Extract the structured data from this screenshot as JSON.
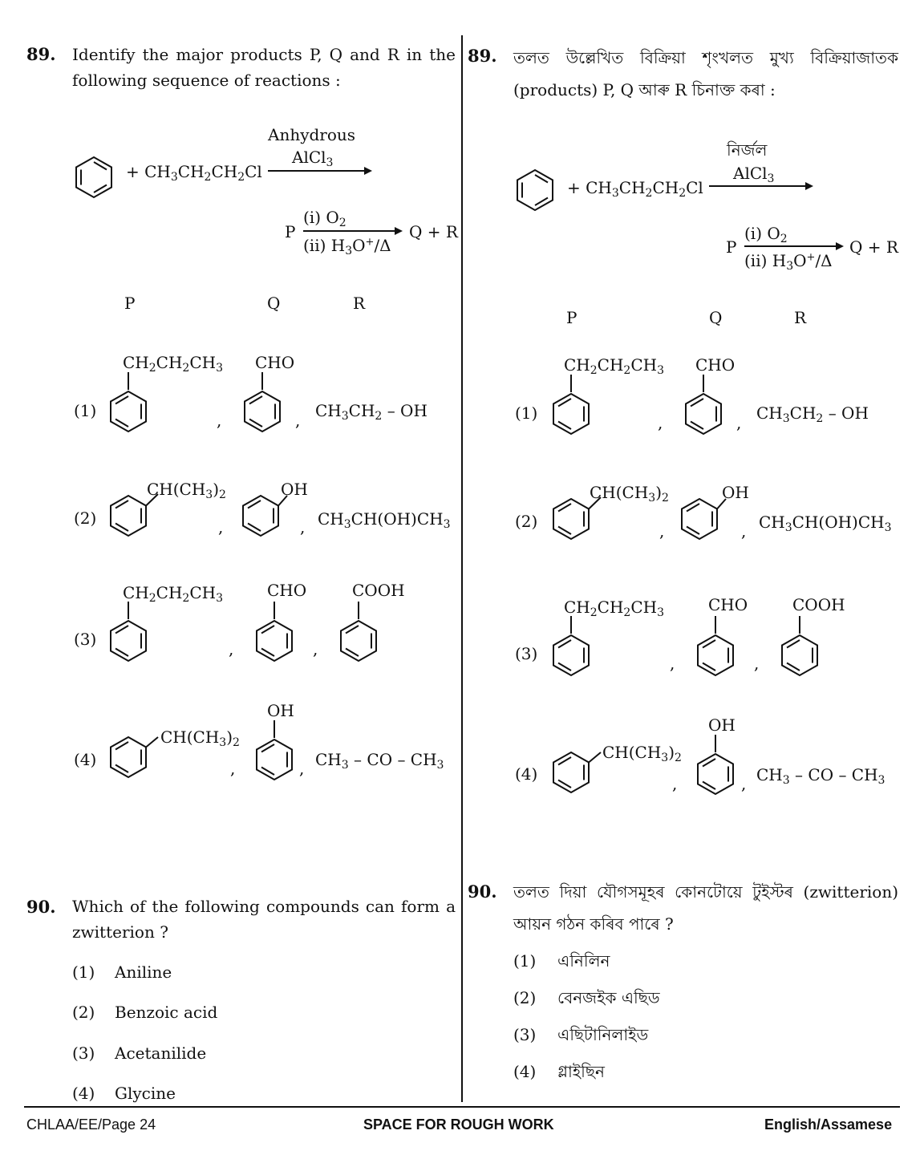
{
  "english": {
    "q89": {
      "number": "89.",
      "text": "Identify the major products P, Q and R in the following sequence of reactions :",
      "reagent1": "Anhydrous",
      "reagent2": "AlCl3",
      "reactant": "+ CH3CH2CH2Cl",
      "step2_left": "P",
      "step2_reagent1": "(i) O2",
      "step2_reagent2": "(ii) H3O+/Δ",
      "step2_right": "Q + R",
      "header_p": "P",
      "header_q": "Q",
      "header_r": "R",
      "options": [
        {
          "num": "(1)",
          "p": "CH2CH2CH3",
          "q": "CHO",
          "r": "CH3CH2 – OH"
        },
        {
          "num": "(2)",
          "p": "CH(CH3)2",
          "q": "OH",
          "r": "CH3CH(OH)CH3"
        },
        {
          "num": "(3)",
          "p": "CH2CH2CH3",
          "q": "CHO",
          "r": "COOH"
        },
        {
          "num": "(4)",
          "p": "CH(CH3)2",
          "q": "OH",
          "r": "CH3 – CO – CH3"
        }
      ]
    },
    "q90": {
      "number": "90.",
      "text": "Which of the following compounds can form a zwitterion ?",
      "options": [
        {
          "num": "(1)",
          "text": "Aniline"
        },
        {
          "num": "(2)",
          "text": "Benzoic acid"
        },
        {
          "num": "(3)",
          "text": "Acetanilide"
        },
        {
          "num": "(4)",
          "text": "Glycine"
        }
      ]
    }
  },
  "assamese": {
    "q89": {
      "number": "89.",
      "text": "তলত উল্লেখিত বিক্রিয়া শৃংখলত মুখ্য বিক্রিয়াজাতক (products) P, Q আৰু R চিনাক্ত কৰা :",
      "reagent1": "নির্জল",
      "reagent2": "AlCl3",
      "reactant": "+ CH3CH2CH2Cl",
      "step2_left": "P",
      "step2_reagent1": "(i) O2",
      "step2_reagent2": "(ii) H3O+/Δ",
      "step2_right": "Q + R",
      "header_p": "P",
      "header_q": "Q",
      "header_r": "R"
    },
    "q90": {
      "number": "90.",
      "text": "তলত দিয়া যৌগসমূহৰ কোনটোয়ে টুইস্টৰ (zwitterion) আয়ন গঠন কৰিব পাৰে ?",
      "options": [
        {
          "num": "(1)",
          "text": "এনিলিন"
        },
        {
          "num": "(2)",
          "text": "বেনজইক এছিড"
        },
        {
          "num": "(3)",
          "text": "এছিটানিলাইড"
        },
        {
          "num": "(4)",
          "text": "গ্লাইছিন"
        }
      ]
    }
  },
  "footer": {
    "left": "CHLAA/EE/Page 24",
    "center": "SPACE FOR ROUGH WORK",
    "right": "English/Assamese"
  }
}
